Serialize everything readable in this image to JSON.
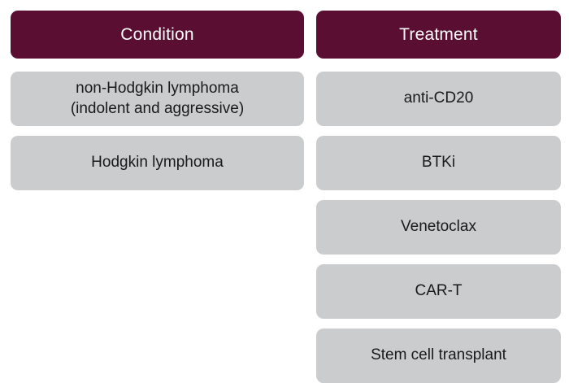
{
  "colors": {
    "header_background": "#5a0e32",
    "header_text": "#ffffff",
    "card_background": "#cbccce",
    "card_text": "#1a1a1a",
    "page_background": "#ffffff"
  },
  "columns": [
    {
      "header": "Condition",
      "items": [
        {
          "lines": [
            "non-Hodgkin lymphoma",
            "(indolent and aggressive)"
          ]
        },
        {
          "lines": [
            "Hodgkin lymphoma"
          ]
        }
      ]
    },
    {
      "header": "Treatment",
      "items": [
        {
          "lines": [
            "anti-CD20"
          ]
        },
        {
          "lines": [
            "BTKi"
          ]
        },
        {
          "lines": [
            "Venetoclax"
          ]
        },
        {
          "lines": [
            "CAR-T"
          ]
        },
        {
          "lines": [
            "Stem cell transplant"
          ]
        }
      ]
    }
  ]
}
